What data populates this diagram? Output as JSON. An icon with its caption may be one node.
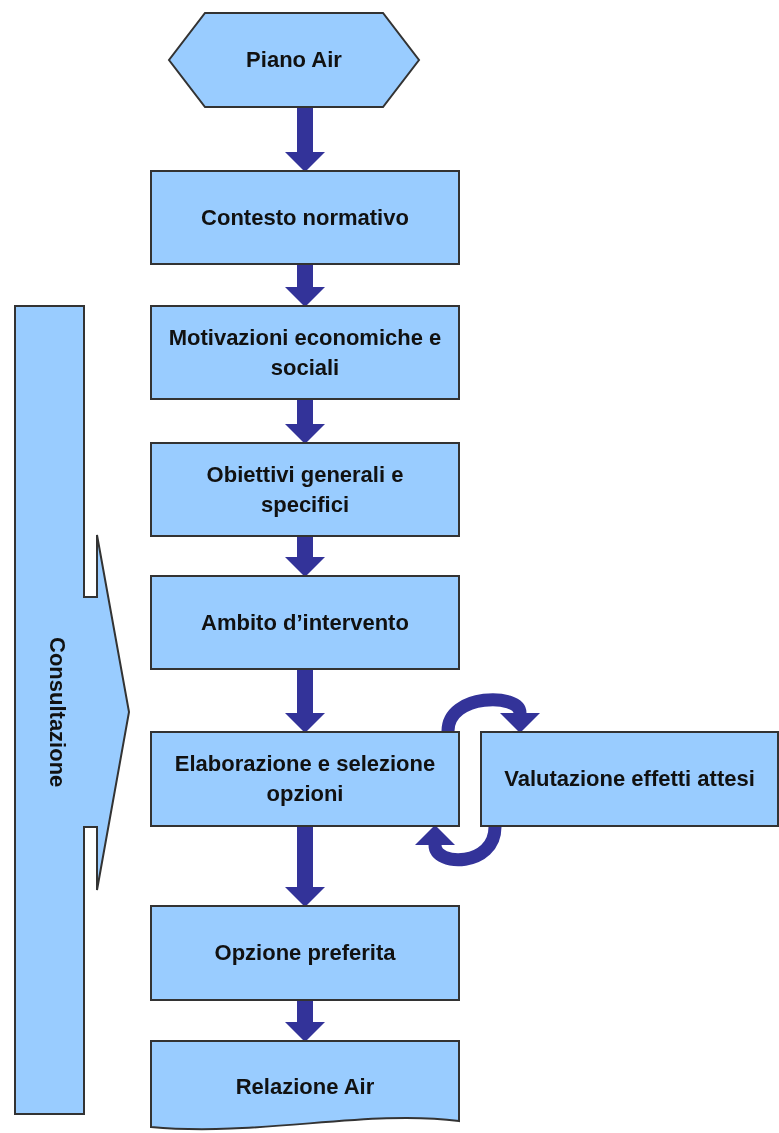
{
  "diagram": {
    "nodes": [
      {
        "text": [
          "Piano Air"
        ]
      },
      {
        "text": [
          "Contesto normativo"
        ]
      },
      {
        "text": [
          "Motivazioni economiche e sociali"
        ]
      },
      {
        "text": [
          "Obiettivi generali e specifici"
        ]
      },
      {
        "text": [
          "Ambito d’intervento"
        ]
      },
      {
        "text": [
          "Elaborazione e selezione opzioni"
        ]
      },
      {
        "text": [
          "Valutazione effetti attesi"
        ]
      },
      {
        "text": [
          "Opzione preferita"
        ]
      },
      {
        "text": [
          "Relazione Air"
        ]
      },
      {
        "text": [
          "Consultazione"
        ]
      }
    ],
    "edges": [
      {
        "from": 0,
        "to": 1,
        "arrow": "to"
      },
      {
        "from": 1,
        "to": 2,
        "arrow": "to"
      },
      {
        "from": 2,
        "to": 3,
        "arrow": "to"
      },
      {
        "from": 3,
        "to": 4,
        "arrow": "to"
      },
      {
        "from": 4,
        "to": 5,
        "arrow": "to"
      },
      {
        "from": 5,
        "to": 6,
        "arrow": "to"
      },
      {
        "from": 6,
        "to": 5,
        "arrow": "to"
      },
      {
        "from": 5,
        "to": 7,
        "arrow": "to"
      },
      {
        "from": 7,
        "to": 8,
        "arrow": "to"
      }
    ]
  }
}
